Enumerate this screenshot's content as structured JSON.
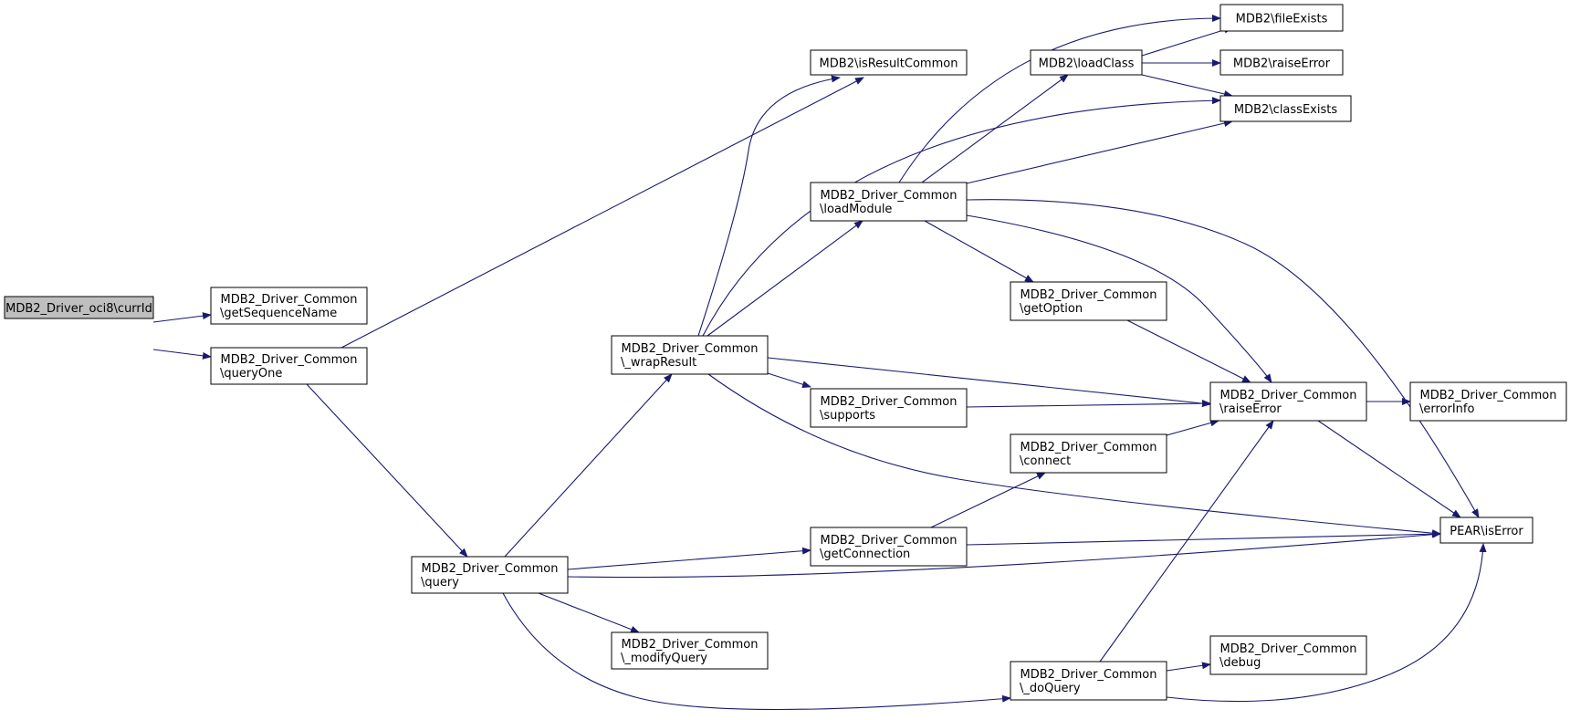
{
  "colors": {
    "edge": "#191970",
    "node_border": "#000000",
    "node_fill": "#ffffff",
    "root_fill": "#bfbfbf"
  },
  "nodes": [
    {
      "id": "currId",
      "lines": [
        "MDB2_Driver_oci8\\currId"
      ],
      "root": true
    },
    {
      "id": "getSequenceName",
      "lines": [
        "MDB2_Driver_Common",
        "\\getSequenceName"
      ]
    },
    {
      "id": "queryOne",
      "lines": [
        "MDB2_Driver_Common",
        "\\queryOne"
      ]
    },
    {
      "id": "query",
      "lines": [
        "MDB2_Driver_Common",
        "\\query"
      ]
    },
    {
      "id": "wrapResult",
      "lines": [
        "MDB2_Driver_Common",
        "\\_wrapResult"
      ]
    },
    {
      "id": "modifyQuery",
      "lines": [
        "MDB2_Driver_Common",
        "\\_modifyQuery"
      ]
    },
    {
      "id": "isResultCommon",
      "lines": [
        "MDB2\\isResultCommon"
      ]
    },
    {
      "id": "loadModule",
      "lines": [
        "MDB2_Driver_Common",
        "\\loadModule"
      ]
    },
    {
      "id": "supports",
      "lines": [
        "MDB2_Driver_Common",
        "\\supports"
      ]
    },
    {
      "id": "getConnection",
      "lines": [
        "MDB2_Driver_Common",
        "\\getConnection"
      ]
    },
    {
      "id": "loadClass",
      "lines": [
        "MDB2\\loadClass"
      ]
    },
    {
      "id": "getOption",
      "lines": [
        "MDB2_Driver_Common",
        "\\getOption"
      ]
    },
    {
      "id": "connect",
      "lines": [
        "MDB2_Driver_Common",
        "\\connect"
      ]
    },
    {
      "id": "doQuery",
      "lines": [
        "MDB2_Driver_Common",
        "\\_doQuery"
      ]
    },
    {
      "id": "fileExists",
      "lines": [
        "MDB2\\fileExists"
      ]
    },
    {
      "id": "mdb2RaiseError",
      "lines": [
        "MDB2\\raiseError"
      ]
    },
    {
      "id": "classExists",
      "lines": [
        "MDB2\\classExists"
      ]
    },
    {
      "id": "raiseError",
      "lines": [
        "MDB2_Driver_Common",
        "\\raiseError"
      ]
    },
    {
      "id": "debug",
      "lines": [
        "MDB2_Driver_Common",
        "\\debug"
      ]
    },
    {
      "id": "errorInfo",
      "lines": [
        "MDB2_Driver_Common",
        "\\errorInfo"
      ]
    },
    {
      "id": "pearIsError",
      "lines": [
        "PEAR\\isError"
      ]
    }
  ],
  "edges": [
    [
      "currId",
      "getSequenceName"
    ],
    [
      "currId",
      "queryOne"
    ],
    [
      "queryOne",
      "isResultCommon"
    ],
    [
      "queryOne",
      "query"
    ],
    [
      "query",
      "wrapResult"
    ],
    [
      "query",
      "getConnection"
    ],
    [
      "query",
      "pearIsError"
    ],
    [
      "query",
      "modifyQuery"
    ],
    [
      "query",
      "doQuery"
    ],
    [
      "wrapResult",
      "isResultCommon"
    ],
    [
      "wrapResult",
      "classExists"
    ],
    [
      "wrapResult",
      "loadModule"
    ],
    [
      "wrapResult",
      "raiseError"
    ],
    [
      "wrapResult",
      "supports"
    ],
    [
      "wrapResult",
      "pearIsError"
    ],
    [
      "loadModule",
      "fileExists"
    ],
    [
      "loadModule",
      "loadClass"
    ],
    [
      "loadModule",
      "classExists"
    ],
    [
      "loadModule",
      "getOption"
    ],
    [
      "loadModule",
      "raiseError"
    ],
    [
      "loadModule",
      "pearIsError"
    ],
    [
      "loadClass",
      "fileExists"
    ],
    [
      "loadClass",
      "mdb2RaiseError"
    ],
    [
      "loadClass",
      "classExists"
    ],
    [
      "getOption",
      "raiseError"
    ],
    [
      "supports",
      "raiseError"
    ],
    [
      "getConnection",
      "connect"
    ],
    [
      "getConnection",
      "pearIsError"
    ],
    [
      "connect",
      "raiseError"
    ],
    [
      "doQuery",
      "raiseError"
    ],
    [
      "doQuery",
      "debug"
    ],
    [
      "doQuery",
      "pearIsError"
    ],
    [
      "raiseError",
      "errorInfo"
    ],
    [
      "raiseError",
      "pearIsError"
    ]
  ]
}
